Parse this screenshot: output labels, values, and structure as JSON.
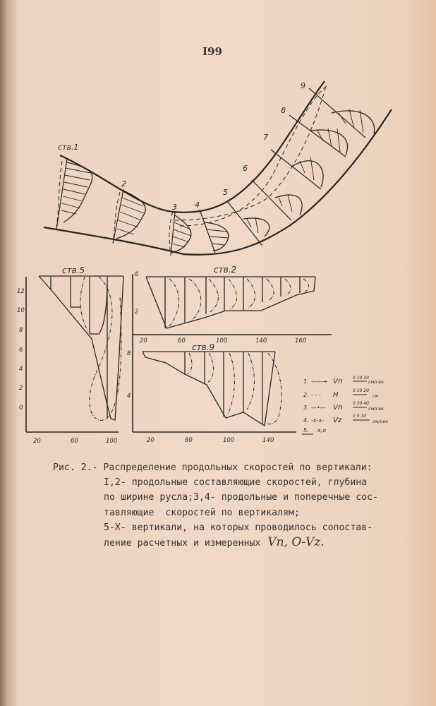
{
  "page": {
    "number": "I99"
  },
  "figure": {
    "plan_view": {
      "section_labels": [
        "ств.1",
        "2",
        "3",
        "4",
        "5",
        "6",
        "7",
        "8",
        "9"
      ]
    },
    "legend": {
      "items": [
        {
          "num": "1.",
          "symbol": "——→",
          "var": "Vп",
          "scale": "0 10 20",
          "unit": "см/сек"
        },
        {
          "num": "2.",
          "symbol": "- - -",
          "var": "H",
          "scale": "0 10 20",
          "unit": "см"
        },
        {
          "num": "3.",
          "symbol": "—•—",
          "var": "Vп",
          "scale": "0 20 40",
          "unit": "см/сек"
        },
        {
          "num": "4.",
          "symbol": "-x-x-",
          "var": "Vz",
          "scale": "0 5 10",
          "unit": "см/сек"
        },
        {
          "num": "5.",
          "symbol": "",
          "var": "x,o",
          "scale": "",
          "unit": ""
        }
      ]
    }
  },
  "chart_data": [
    {
      "type": "line",
      "title": "ств.5",
      "xlabel": "",
      "ylabel": "",
      "x_ticks": [
        "20",
        "60",
        "100"
      ],
      "y_ticks": [
        "0",
        "2",
        "4",
        "6",
        "8",
        "10",
        "12"
      ],
      "xlim": [
        15,
        110
      ],
      "ylim": [
        -2.5,
        13
      ],
      "series": [
        {
          "name": "bed profile",
          "x": [
            23,
            35,
            55,
            72,
            90,
            96,
            100,
            104
          ],
          "y": [
            12.8,
            11.5,
            10.2,
            7.6,
            3.0,
            -1.2,
            -1.2,
            12.8
          ]
        },
        {
          "name": "water surface",
          "x": [
            23,
            104
          ],
          "y": [
            12.8,
            12.8
          ]
        }
      ]
    },
    {
      "type": "line",
      "title": "ств.2",
      "x_ticks": [
        "20",
        "60",
        "100",
        "140",
        "160"
      ],
      "y_ticks": [
        "2",
        "6"
      ],
      "series": [
        {
          "name": "bed profile",
          "x": [
            25,
            40,
            55,
            75,
            85,
            105,
            125,
            140,
            150,
            170,
            175
          ],
          "y": [
            6,
            0.5,
            0.8,
            1.0,
            2.0,
            1.8,
            3.5,
            4.0,
            4.6,
            4.5,
            6
          ]
        }
      ]
    },
    {
      "type": "line",
      "title": "ств.9",
      "x_ticks": [
        "20",
        "60",
        "100",
        "140"
      ],
      "y_ticks": [
        "4",
        "8"
      ],
      "series": [
        {
          "name": "bed profile",
          "x": [
            17,
            20,
            35,
            58,
            75,
            97,
            115,
            138,
            148
          ],
          "y": [
            8.3,
            7.6,
            7.3,
            6.3,
            5.8,
            2.2,
            2.7,
            1.5,
            8.2
          ]
        }
      ]
    }
  ],
  "caption": {
    "label": "Рис. 2.-",
    "lines": [
      "Распределение продольных скоростей по вертикали:",
      "I,2- продольные составляющие скоростей, глубина",
      "по ширине русла;3,4- продольные и поперечные сос-",
      "тавляющие  скоростей по вертикалям;",
      "5-Х- вертикали, на которых проводилось сопостав-",
      "ление расчетных и измеренных"
    ],
    "handwritten": "Vп, О-Vz."
  }
}
